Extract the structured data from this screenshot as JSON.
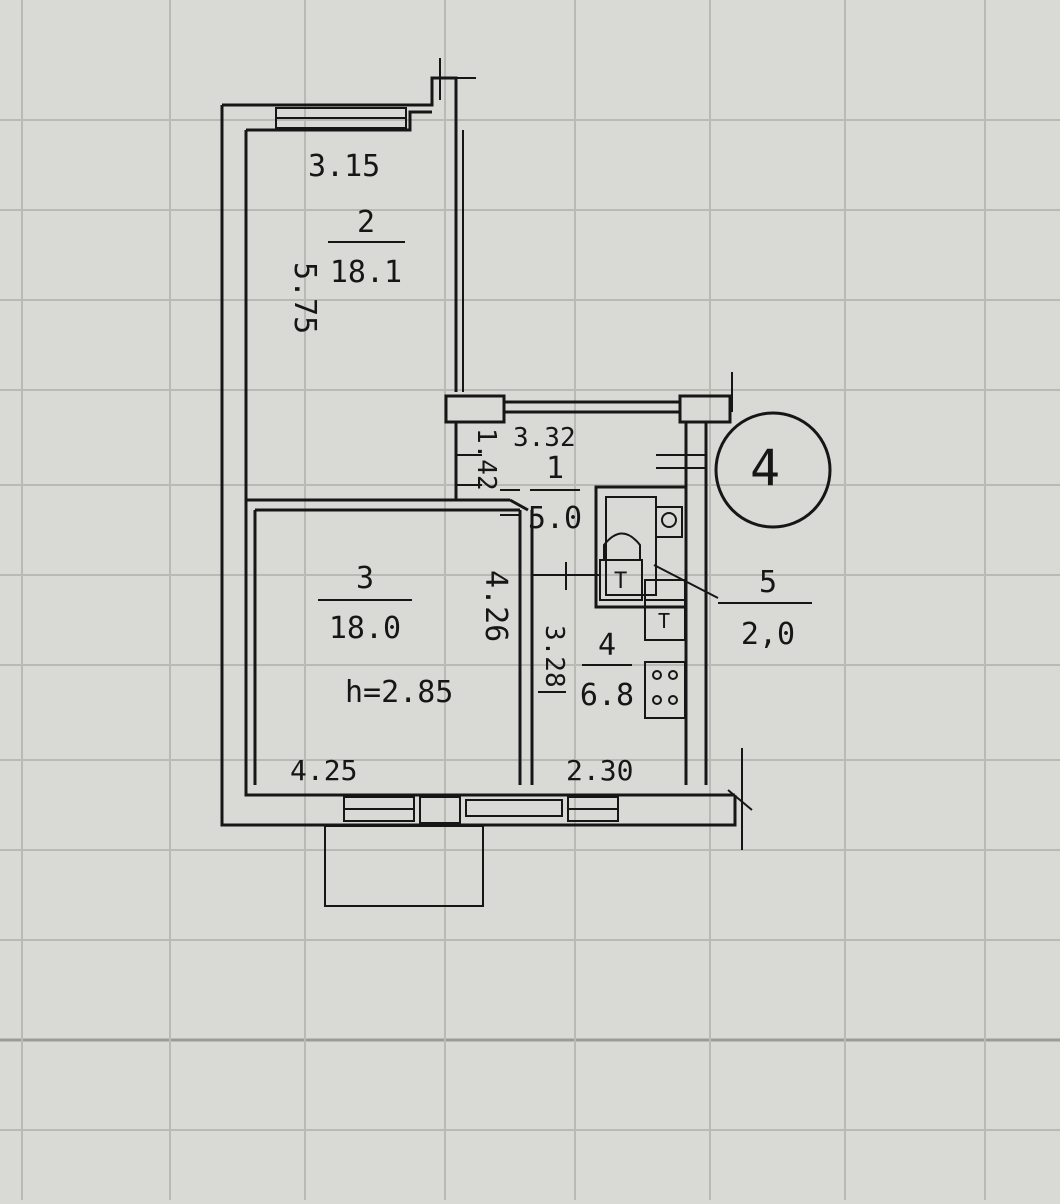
{
  "plan": {
    "apartment_number": "4",
    "ceiling_height": "h=2.85",
    "rooms": [
      {
        "number": "2",
        "area": "18.1"
      },
      {
        "number": "3",
        "area": "18.0"
      },
      {
        "number": "1",
        "area": "5.0"
      },
      {
        "number": "4",
        "area": "6.8"
      },
      {
        "number": "5",
        "area": "2,0"
      }
    ],
    "dimensions": {
      "room2_width": "3.15",
      "room2_length": "5.75",
      "hall_width": "3.32",
      "hall_depth": "1.42",
      "room3_depth": "4.26",
      "room3_width": "4.25",
      "kitchen_width": "2.30",
      "kitchen_depth": "3.28"
    },
    "fixture_mark": "T"
  },
  "colors": {
    "paper": "#d9d9d5",
    "grid": "#b9bab4",
    "ink": "#161616"
  }
}
